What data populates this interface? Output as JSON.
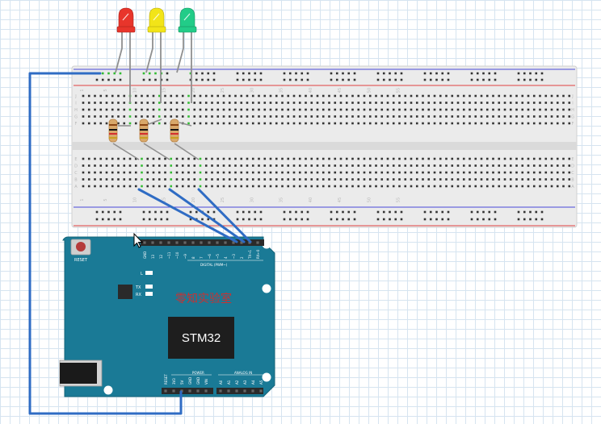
{
  "circuit": {
    "board": {
      "brand_text": "零知实验室",
      "chip_label": "STM32",
      "reset_label": "RESET",
      "power_header_label": "POWER",
      "analog_header_label": "ANALOG IN",
      "digital_header_label": "DIGITAL (PWM~)",
      "led_l_label": "L",
      "led_tx_label": "TX",
      "led_rx_label": "RX",
      "digital_pins": [
        "GND",
        "13",
        "12",
        "~11",
        "~10",
        "~9",
        "8",
        "7",
        "~6",
        "~5",
        "4",
        "~3",
        "2",
        "TX→1",
        "RX←0"
      ],
      "power_pins": [
        "RESET",
        "3V3",
        "5V",
        "GND",
        "GND",
        "VIN"
      ],
      "analog_pins": [
        "A0",
        "A1",
        "A2",
        "A3",
        "A4",
        "A5"
      ]
    },
    "breadboard": {
      "column_numbers": [
        "1",
        "5",
        "10",
        "15",
        "20",
        "25",
        "30",
        "35",
        "40",
        "45",
        "50",
        "55"
      ],
      "row_letters_top": [
        "J",
        "I",
        "H",
        "G",
        "F"
      ],
      "row_letters_bottom": [
        "E",
        "D",
        "C",
        "B",
        "A"
      ]
    },
    "leds": [
      {
        "color": "red",
        "fill": "#e8352b"
      },
      {
        "color": "yellow",
        "fill": "#f2e418"
      },
      {
        "color": "green",
        "fill": "#22cc88"
      }
    ],
    "colors": {
      "board_teal": "#1a7a96",
      "breadboard": "#ebebeb",
      "wire_blue": "#2f6cc4",
      "lead_gray": "#8f8f8f",
      "hole_green": "#33bb33"
    }
  }
}
